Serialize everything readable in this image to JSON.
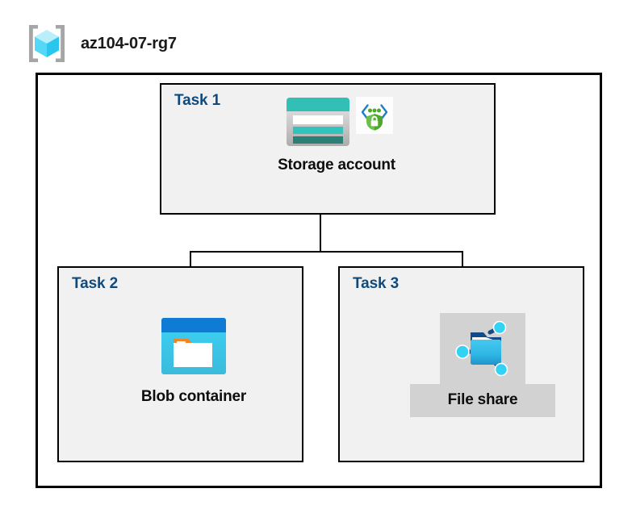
{
  "diagram": {
    "resource_group": {
      "icon": "resource-group-cube-icon",
      "name": "az104-07-rg7"
    },
    "tasks": [
      {
        "id": "task-1",
        "label": "Task 1",
        "node": {
          "caption": "Storage account",
          "icons": [
            "storage-account-icon",
            "secure-transfer-shield-icon"
          ],
          "highlighted": false
        }
      },
      {
        "id": "task-2",
        "label": "Task 2",
        "node": {
          "caption": "Blob container",
          "icons": [
            "blob-container-icon"
          ],
          "highlighted": false
        }
      },
      {
        "id": "task-3",
        "label": "Task 3",
        "node": {
          "caption": "File share",
          "icons": [
            "file-share-folder-icon"
          ],
          "highlighted": true
        }
      }
    ],
    "connections": [
      {
        "from": "Storage account",
        "to": "Blob container"
      },
      {
        "from": "Storage account",
        "to": "File share"
      }
    ],
    "colors": {
      "task_label": "#104A7D",
      "task_box_fill": "#F1F1F1",
      "frame_stroke": "#000000",
      "caption_text": "#0D0D0D",
      "highlight_fill": "#D2D2D2",
      "storage_teal": "#32BFB6",
      "storage_teal_dark": "#2A8077",
      "blob_blue": "#0F7BD4",
      "blob_cyan": "#32C8F0",
      "blob_orange": "#F08424",
      "fileshare_cyan": "#32BEEC",
      "fileshare_navy": "#134A87",
      "shield_green": "#4FA82E",
      "cube_cyan": "#7EE3F7"
    }
  }
}
